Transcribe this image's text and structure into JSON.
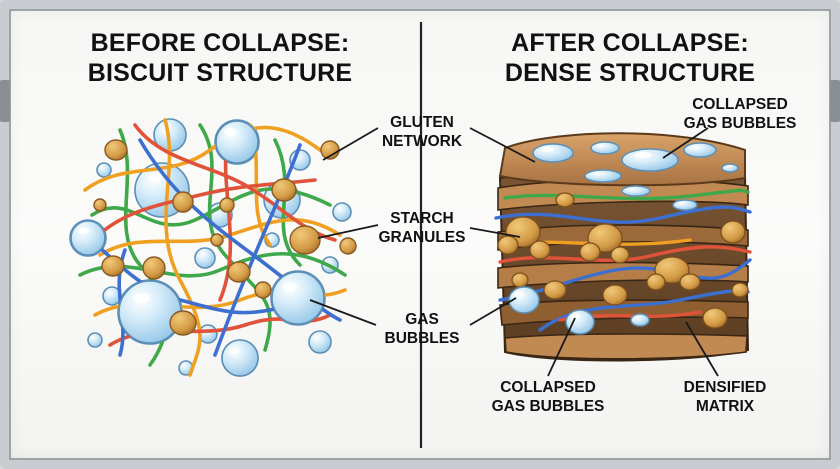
{
  "left_title": {
    "line1": "BEFORE COLLAPSE:",
    "line2": "BISCUIT STRUCTURE"
  },
  "right_title": {
    "line1": "AFTER COLLAPSE:",
    "line2": "DENSE STRUCTURE"
  },
  "labels": {
    "gluten": {
      "line1": "GLUTEN",
      "line2": "NETWORK"
    },
    "starch": {
      "line1": "STARCH",
      "line2": "GRANULES"
    },
    "gas": {
      "line1": "GAS",
      "line2": "BUBBLES"
    },
    "collapsed_top": {
      "line1": "COLLAPSED",
      "line2": "GAS BUBBLES"
    },
    "collapsed_bottom": {
      "line1": "COLLAPSED",
      "line2": "GAS BUBBLES"
    },
    "densified": {
      "line1": "DENSIFIED",
      "line2": "MATRIX"
    }
  },
  "colors": {
    "gluten_green": "#3fa84a",
    "gluten_orange": "#f0a020",
    "gluten_red": "#e0533a",
    "gluten_blue": "#3d6fd0",
    "starch": "#d8a24c",
    "bubble": "#bfe0f5",
    "matrix_dark": "#6b4a2c",
    "matrix_light": "#c9955e"
  }
}
